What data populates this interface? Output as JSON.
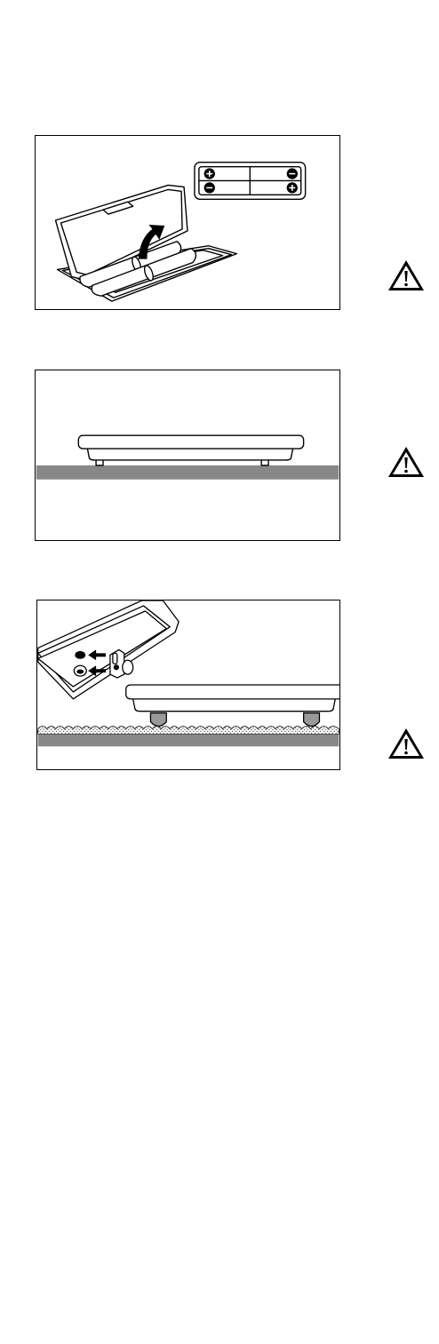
{
  "figures": [
    {
      "name": "battery-compartment",
      "battery_polarity": [
        "+",
        "-",
        "-",
        "+"
      ]
    },
    {
      "name": "scale-on-hard-floor"
    },
    {
      "name": "scale-on-carpet-with-feet"
    }
  ],
  "warning_icon": "warning-triangle-icon",
  "colors": {
    "line": "#000000",
    "floor": "#888888",
    "foot": "#999999",
    "background": "#ffffff"
  }
}
